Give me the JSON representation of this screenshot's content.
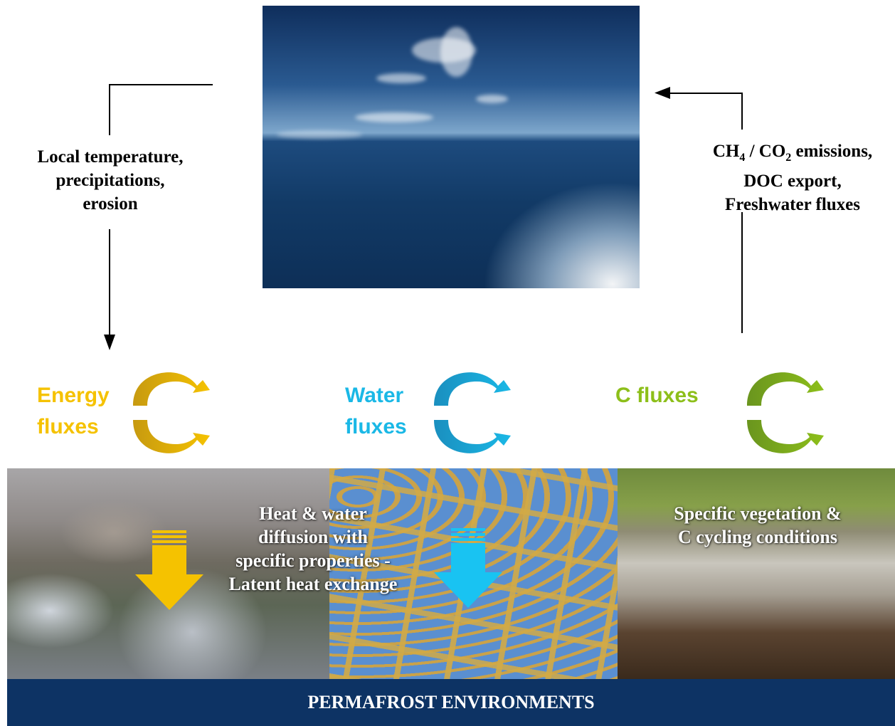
{
  "top_left_label": [
    "Local temperature,",
    "precipitations,",
    "erosion"
  ],
  "top_right_label": {
    "line1_parts": [
      "CH",
      "4",
      " / CO",
      "2",
      " emissions,"
    ],
    "line2": "DOC export,",
    "line3": "Freshwater fluxes"
  },
  "fluxes": [
    {
      "lines": [
        "Energy",
        "fluxes"
      ],
      "color": "#f5c200",
      "dark_color": "#c79a10"
    },
    {
      "lines": [
        "Water",
        "fluxes"
      ],
      "color": "#1ab8e6",
      "dark_color": "#1a8fbf"
    },
    {
      "lines": [
        "C fluxes"
      ],
      "color": "#8dbf1a",
      "dark_color": "#6a951e"
    }
  ],
  "panel_texts": {
    "middle": [
      "Heat & water",
      "diffusion with",
      "specific properties -",
      "Latent heat exchange"
    ],
    "right": [
      "Specific vegetation &",
      "C cycling conditions"
    ]
  },
  "down_arrow_colors": {
    "energy": "#f5c200",
    "water": "#19c3f2"
  },
  "banner": "PERMAFROST ENVIRONMENTS",
  "colors": {
    "banner_bg": "#0d3364",
    "sky_top": "#0f2e5c"
  }
}
